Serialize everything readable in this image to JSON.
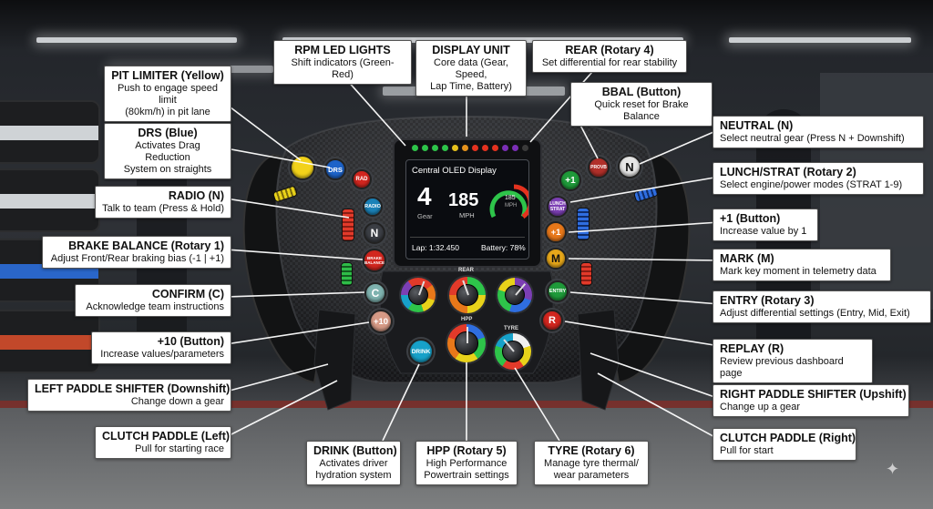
{
  "display": {
    "title": "Central OLED Display",
    "gear_value": "4",
    "gear_label": "Gear",
    "speed_value": "185",
    "speed_unit": "MPH",
    "rpm_value": "185",
    "rpm_unit": "MPH",
    "lap": "Lap: 1:32.450",
    "battery": "Battery: 78%"
  },
  "buttons": {
    "drs": "DRS",
    "radio_top": "RAD",
    "radio": "RADIO",
    "neutral_left": "N",
    "brake_bal": "BRAKE BALANCE",
    "confirm": "C",
    "plus10": "+10",
    "drink": "DRINK",
    "bbal_reset": "PROVB",
    "neutral": "N",
    "plus1_top": "+1",
    "strat": "LUNCH STRAT",
    "plus1": "+1",
    "mark": "M",
    "entry": "ENTRY",
    "replay": "R"
  },
  "dial_labels": {
    "rear": "REAR",
    "hpp": "HPP",
    "tyre": "TYRE"
  },
  "labels": [
    {
      "id": "rpm-led-lights",
      "title": "RPM LED LIGHTS",
      "desc": "Shift indicators (Green-Red)"
    },
    {
      "id": "display-unit",
      "title": "DISPLAY UNIT",
      "desc": "Core data (Gear, Speed,\nLap Time, Battery)"
    },
    {
      "id": "rear-rotary",
      "title": "REAR (Rotary 4)",
      "desc": "Set differential for rear stability"
    },
    {
      "id": "pit-limiter",
      "title": "PIT LIMITER (Yellow)",
      "desc": "Push to engage speed limit\n(80km/h) in pit lane"
    },
    {
      "id": "bbal-button",
      "title": "BBAL (Button)",
      "desc": "Quick reset for Brake Balance"
    },
    {
      "id": "drs",
      "title": "DRS (Blue)",
      "desc": "Activates Drag Reduction\nSystem on straights"
    },
    {
      "id": "neutral",
      "title": "NEUTRAL (N)",
      "desc": "Select neutral gear (Press N + Downshift)"
    },
    {
      "id": "lunch-strat",
      "title": "LUNCH/STRAT (Rotary 2)",
      "desc": "Select engine/power modes (STRAT 1-9)"
    },
    {
      "id": "radio",
      "title": "RADIO (N)",
      "desc": "Talk to team (Press & Hold)"
    },
    {
      "id": "plus1",
      "title": "+1 (Button)",
      "desc": "Increase value by 1"
    },
    {
      "id": "brake-balance",
      "title": "BRAKE BALANCE (Rotary 1)",
      "desc": "Adjust Front/Rear braking bias (-1 | +1)"
    },
    {
      "id": "mark",
      "title": "MARK (M)",
      "desc": "Mark key moment in telemetry data"
    },
    {
      "id": "confirm",
      "title": "CONFIRM (C)",
      "desc": "Acknowledge team instructions"
    },
    {
      "id": "entry",
      "title": "ENTRY (Rotary 3)",
      "desc": "Adjust differential settings (Entry, Mid, Exit)"
    },
    {
      "id": "plus10",
      "title": "+10 (Button)",
      "desc": "Increase values/parameters"
    },
    {
      "id": "replay",
      "title": "REPLAY (R)",
      "desc": "Review previous dashboard page"
    },
    {
      "id": "left-paddle",
      "title": "LEFT PADDLE SHIFTER (Downshift)",
      "desc": "Change down a gear"
    },
    {
      "id": "right-paddle",
      "title": "RIGHT PADDLE SHIFTER (Upshift)",
      "desc": "Change up a gear"
    },
    {
      "id": "clutch-left",
      "title": "CLUTCH PADDLE (Left)",
      "desc": "Pull for starting race"
    },
    {
      "id": "clutch-right",
      "title": "CLUTCH PADDLE (Right)",
      "desc": "Pull for start"
    },
    {
      "id": "drink",
      "title": "DRINK (Button)",
      "desc": "Activates driver\nhydration system"
    },
    {
      "id": "hpp",
      "title": "HPP (Rotary 5)",
      "desc": "High Performance\nPowertrain settings"
    },
    {
      "id": "tyre",
      "title": "TYRE (Rotary 6)",
      "desc": "Manage tyre thermal/\nwear parameters"
    }
  ],
  "colors": {
    "pit_limiter": "#f2d21a",
    "drs": "#1d63c9",
    "red": "#d2261f",
    "green": "#1f9a3a",
    "orange": "#e8781a",
    "purple": "#7c3fb4",
    "cyan": "#17a1c9"
  }
}
